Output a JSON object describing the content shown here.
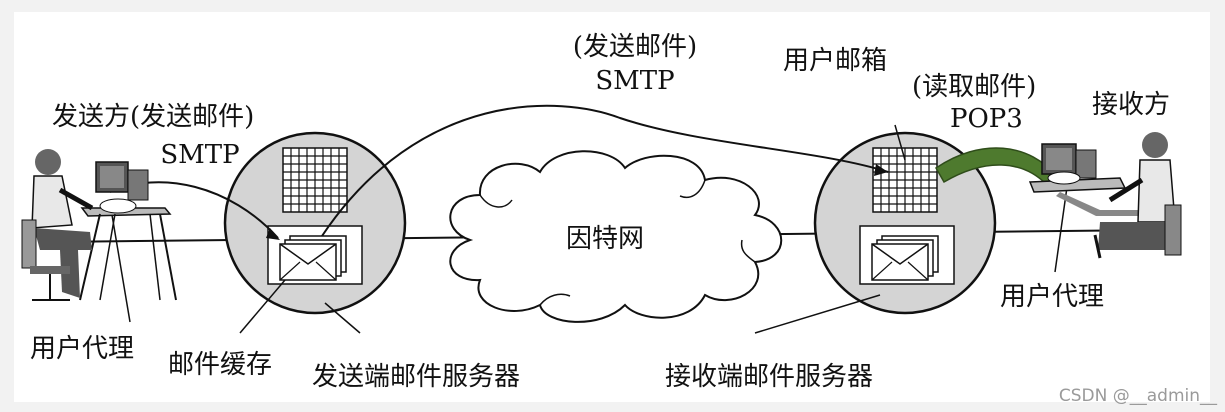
{
  "labels": {
    "sender": "发送方(发送邮件)",
    "sender_proto": "SMTP",
    "top_action": "(发送邮件)",
    "top_proto": "SMTP",
    "mailbox": "用户邮箱",
    "read_action": "(读取邮件)",
    "read_proto": "POP3",
    "receiver": "接收方",
    "internet": "因特网",
    "ua_left": "用户代理",
    "mail_cache": "邮件缓存",
    "send_server": "发送端邮件服务器",
    "recv_server": "接收端邮件服务器",
    "ua_right": "用户代理"
  },
  "watermark": "CSDN @__admin__",
  "colors": {
    "server_fill": "#d4d4d4",
    "pop3_arrow": "#4e7a2e",
    "line": "#111111"
  }
}
